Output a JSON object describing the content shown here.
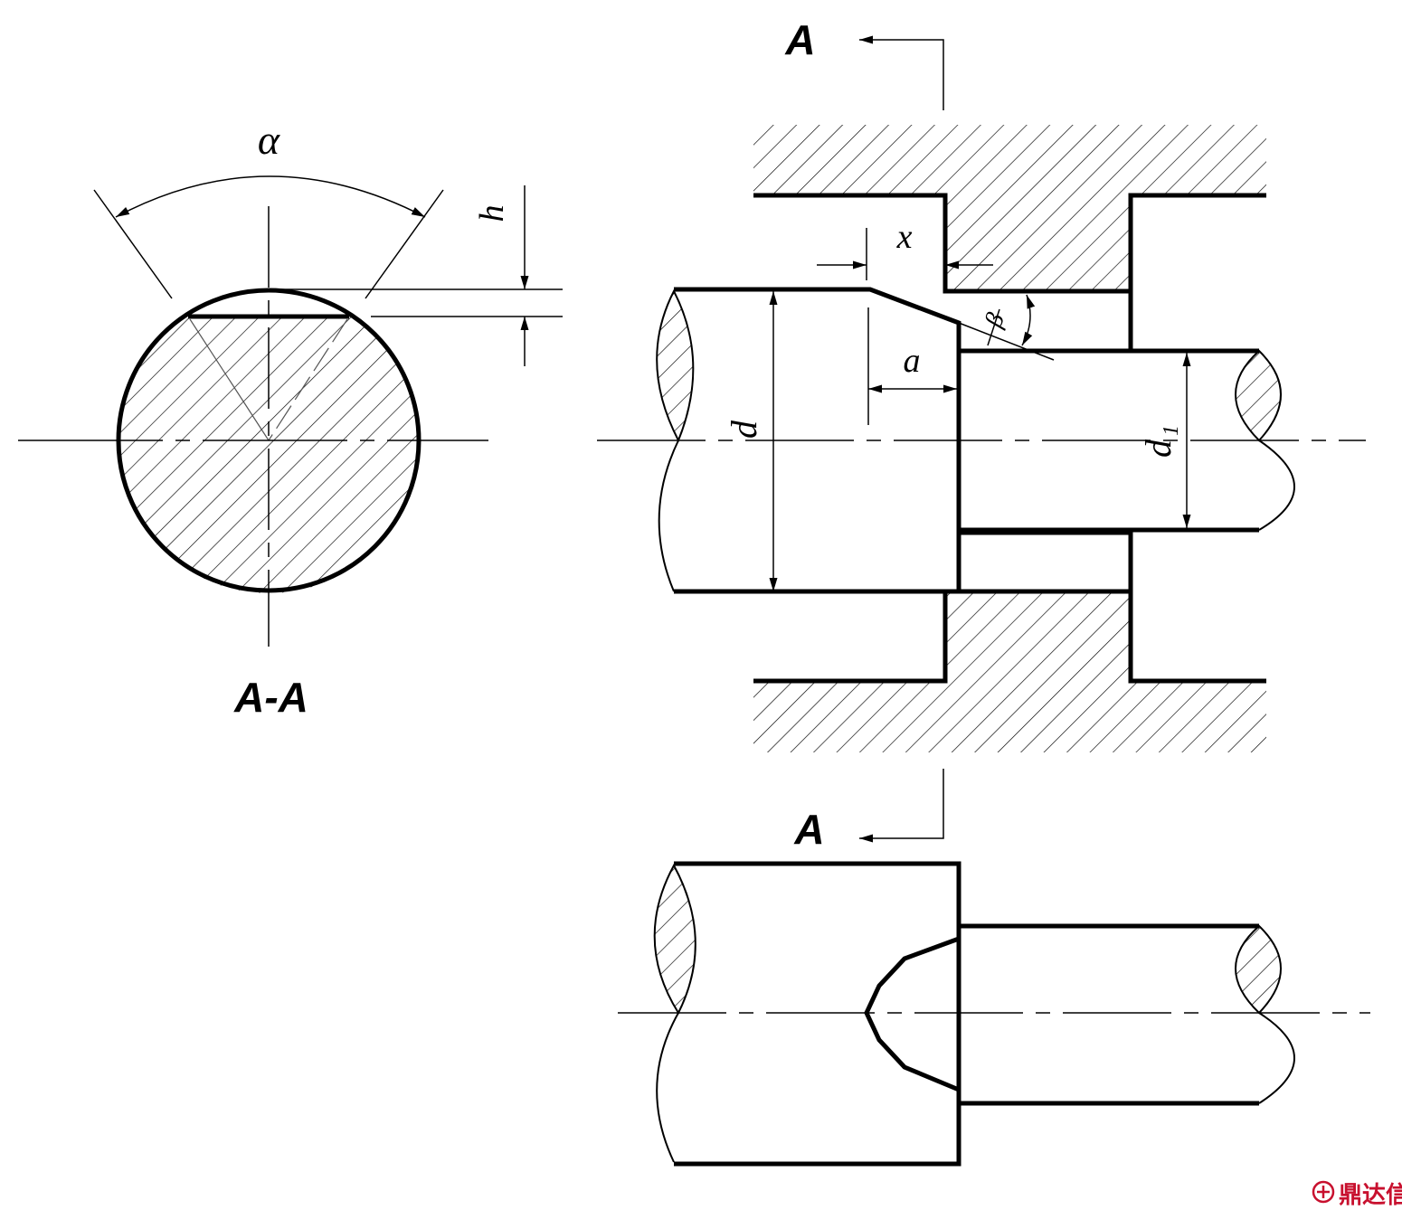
{
  "labels": {
    "section_top": "A",
    "section_bottom": "A",
    "section_view": "A-A",
    "angle_alpha": "α",
    "height_h": "h",
    "offset_x": "x",
    "length_a": "a",
    "angle_beta": "β",
    "diameter_d": "d",
    "diameter_d1_base": "d",
    "diameter_d1_sub": "1"
  },
  "watermark": {
    "text": "鼎达信",
    "icon": "ddx-logo-icon",
    "color": "#c8102e"
  },
  "colors": {
    "line": "#000000",
    "hatch": "#000000",
    "background": "#ffffff"
  }
}
